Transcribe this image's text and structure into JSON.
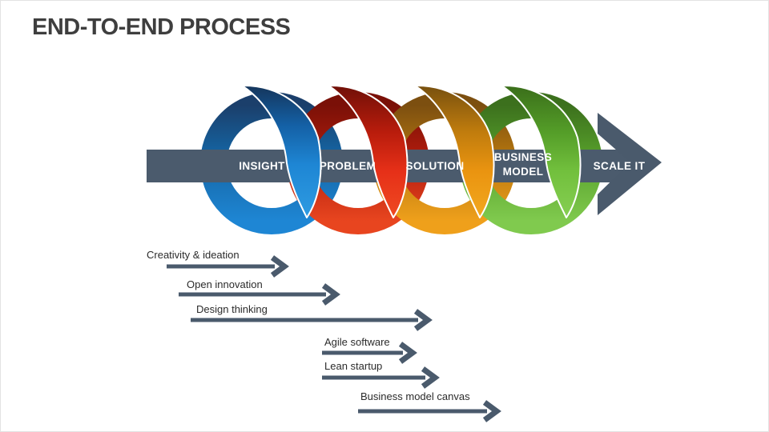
{
  "slide": {
    "title": "END-TO-END PROCESS",
    "process": {
      "bar_color": "#4b5b6d",
      "arrow_color": "#4a5a6c",
      "stages": [
        {
          "label": "INSIGHT",
          "lines": [
            "INSIGHT"
          ]
        },
        {
          "label": "PROBLEM",
          "lines": [
            "PROBLEM"
          ]
        },
        {
          "label": "SOLUTION",
          "lines": [
            "SOLUTION"
          ]
        },
        {
          "label": "BUSINESS MODEL",
          "lines": [
            "BUSINESS",
            "MODEL"
          ]
        },
        {
          "label": "SCALE IT",
          "lines": [
            "SCALE IT"
          ]
        }
      ],
      "loops": [
        {
          "name": "blue-loop",
          "bright": "#1e86d4",
          "dark": "#16375e"
        },
        {
          "name": "red-loop",
          "bright": "#e6341a",
          "dark": "#7c1208"
        },
        {
          "name": "orange-loop",
          "bright": "#ec9a14",
          "dark": "#7c520e"
        },
        {
          "name": "green-loop",
          "bright": "#7cc446",
          "dark": "#3e751c"
        }
      ]
    },
    "annotations": [
      {
        "label": "Creativity & ideation"
      },
      {
        "label": "Open innovation"
      },
      {
        "label": "Design thinking"
      },
      {
        "label": "Agile software"
      },
      {
        "label": "Lean startup"
      },
      {
        "label": "Business model canvas"
      }
    ]
  }
}
